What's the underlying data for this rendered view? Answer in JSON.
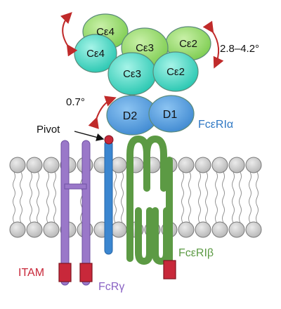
{
  "domains": {
    "ce4_top": "Cε4",
    "ce4_bottom": "Cε4",
    "ce3_top": "Cε3",
    "ce3_bottom": "Cε3",
    "ce2_top": "Cε2",
    "ce2_bottom": "Cε2",
    "d2": "D2",
    "d1": "D1"
  },
  "labels": {
    "angle_large": "2.8–4.2°",
    "angle_small": "0.7°",
    "pivot": "Pivot",
    "fceri_alpha": "FcεRIα",
    "fceri_beta": "FcεRIβ",
    "itam": "ITAM",
    "fcr_gamma": "FcRγ"
  },
  "colors": {
    "ce_green": "#93d96a",
    "ce_teal": "#3fd9c3",
    "d_blue": "#4f9ad9",
    "alpha_blue": "#3b86d0",
    "beta_green": "#5c9a44",
    "gamma_purple": "#9a78c9",
    "itam_red": "#c8283a",
    "arrow_red": "#c02a2a",
    "lipid_grey": "#c9c9c9"
  }
}
